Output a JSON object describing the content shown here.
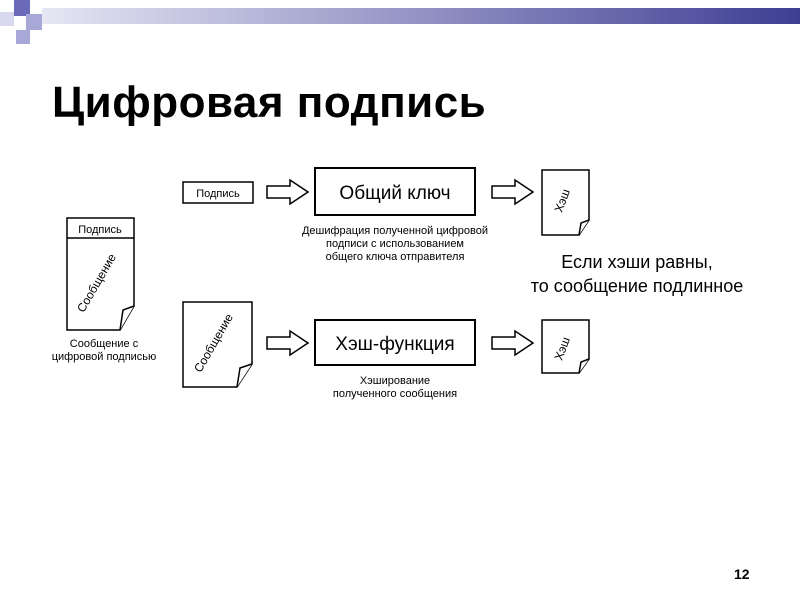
{
  "slide": {
    "title": "Цифровая подпись",
    "number": "12"
  },
  "diagram": {
    "signed_document": {
      "signature_label": "Подпись",
      "message_label": "Сообщение",
      "caption": [
        "Сообщение с",
        "цифровой подписью"
      ]
    },
    "signature_box": "Подпись",
    "public_key_box": "Общий ключ",
    "decrypt_caption": [
      "Дешифрация полученной цифровой",
      "подписи с использованием",
      "общего ключа отправителя"
    ],
    "hash_top": "Хэш",
    "conclusion": [
      "Если хэши равны,",
      "то сообщение подлинное"
    ],
    "message_doc": "Сообщение",
    "hash_function_box": "Хэш-функция",
    "hashing_caption": [
      "Хэширование",
      "полученного сообщения"
    ],
    "hash_bottom": "Хэш"
  },
  "colors": {
    "bar_light": "#dcdcf0",
    "bar_dark": "#4a4a9a",
    "square_light": "#d8d8ee",
    "square_mid": "#a8a8d8",
    "square_dark": "#6a6ab8"
  }
}
